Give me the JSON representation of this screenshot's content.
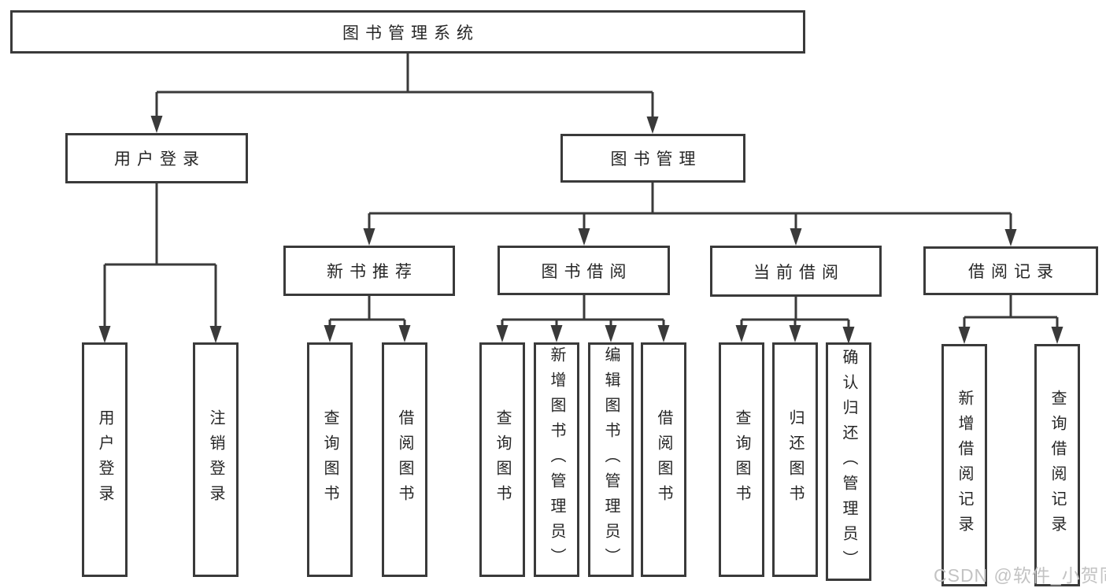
{
  "colors": {
    "line": "#3a3a3a",
    "text": "#262626",
    "watermark": "#c3c3c3",
    "background": "#ffffff"
  },
  "tree": {
    "root": {
      "label": "图书管理系统"
    },
    "branches": [
      {
        "label": "用户登录",
        "children": [
          {
            "label": "用户登录"
          },
          {
            "label": "注销登录"
          }
        ]
      },
      {
        "label": "图书管理",
        "children": [
          {
            "label": "新书推荐",
            "children": [
              {
                "label": "查询图书"
              },
              {
                "label": "借阅图书"
              }
            ]
          },
          {
            "label": "图书借阅",
            "children": [
              {
                "label": "查询图书"
              },
              {
                "label": "新增图书（管理员）"
              },
              {
                "label": "编辑图书（管理员）"
              },
              {
                "label": "借阅图书"
              }
            ]
          },
          {
            "label": "当前借阅",
            "children": [
              {
                "label": "查询图书"
              },
              {
                "label": "归还图书"
              },
              {
                "label": "确认归还（管理员）"
              }
            ]
          },
          {
            "label": "借阅记录",
            "children": [
              {
                "label": "新增借阅记录"
              },
              {
                "label": "查询借阅记录"
              }
            ]
          }
        ]
      }
    ]
  },
  "watermark": "CSDN @软件_小贺同学"
}
